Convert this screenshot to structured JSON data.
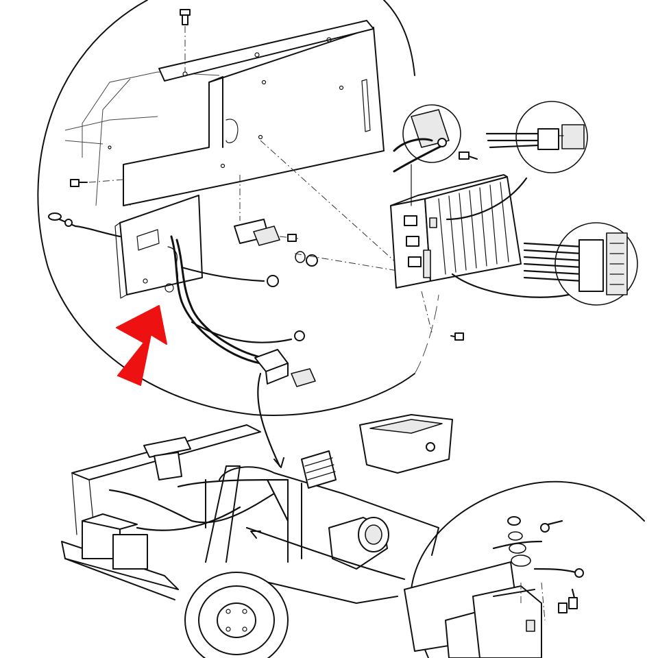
{
  "diagram": {
    "callouts": [
      {
        "id": "controller-pins",
        "shape": "circle"
      },
      {
        "id": "speed-sensor-connector",
        "shape": "circle"
      },
      {
        "id": "main-harness-connector",
        "shape": "circle"
      },
      {
        "id": "solenoid-detail",
        "shape": "circle"
      }
    ],
    "indicator_arrow": {
      "color": "#ee1111",
      "direction": "up-right"
    },
    "line_color": "#111111",
    "background": "#ffffff"
  }
}
